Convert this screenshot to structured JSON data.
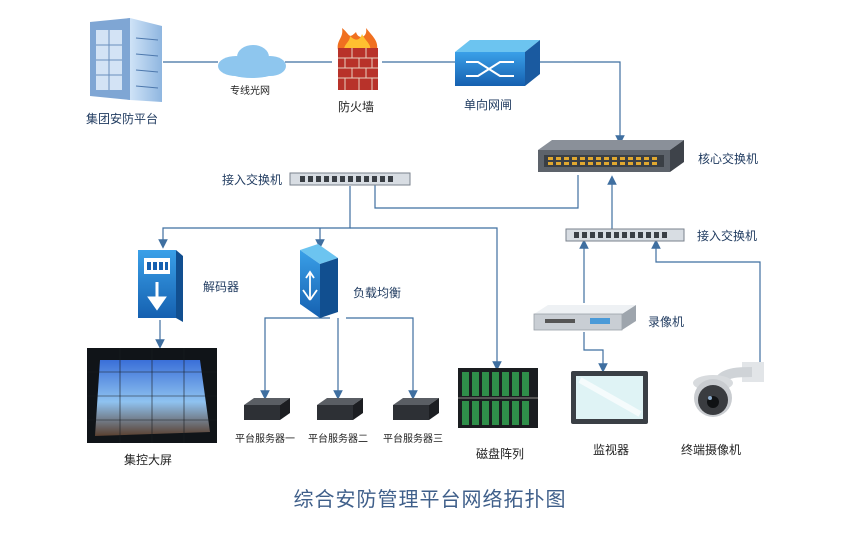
{
  "title": "综合安防管理平台网络拓扑图",
  "nodes": {
    "group_platform": "集团安防平台",
    "fiber": "专线光网",
    "firewall": "防火墙",
    "gateway": "单向网闸",
    "core_switch": "核心交换机",
    "access_switch_left": "接入交换机",
    "access_switch_right": "接入交换机",
    "decoder": "解码器",
    "load_balancer": "负载均衡",
    "video_wall": "集控大屏",
    "server1": "平台服务器一",
    "server2": "平台服务器二",
    "server3": "平台服务器三",
    "disk_array": "磁盘阵列",
    "recorder": "录像机",
    "monitor": "监视器",
    "camera": "终端摄像机"
  }
}
